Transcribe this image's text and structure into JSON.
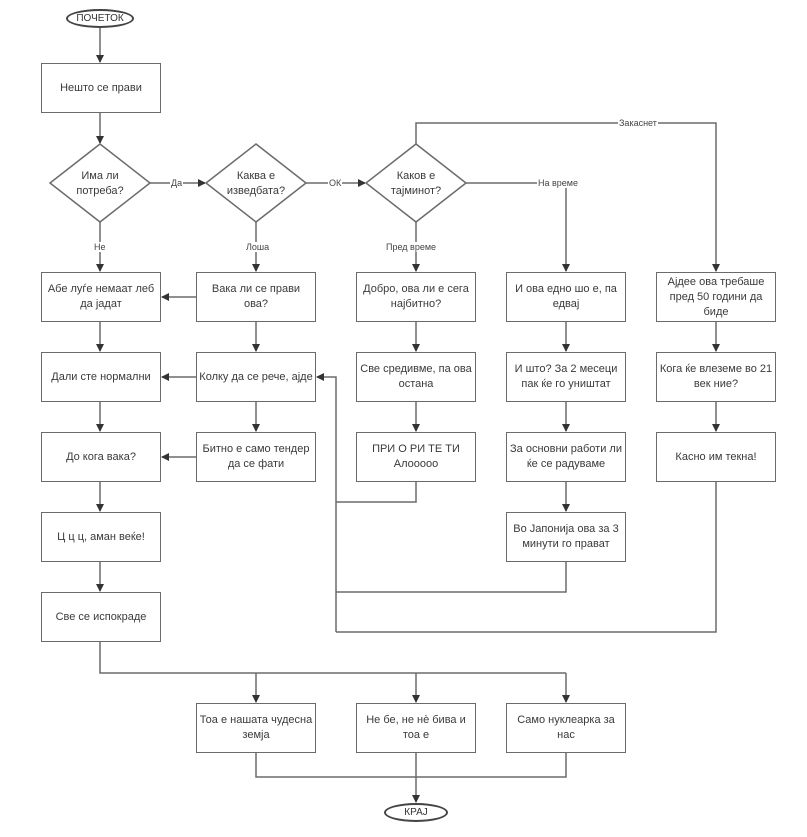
{
  "terminals": {
    "start": "ПОЧЕТОК",
    "end": "КРАЈ"
  },
  "process": {
    "first": "Нешто се прави"
  },
  "decisions": {
    "need": "Има ли потреба?",
    "quality": "Каква е изведбата?",
    "timing": "Каков е тајминот?"
  },
  "edge_labels": {
    "yes": "Да",
    "no": "Не",
    "ok": "ОК",
    "bad": "Лоша",
    "early": "Пред време",
    "on_time": "На време",
    "late": "Закаснет"
  },
  "column_no": [
    "Абе луѓе немаат леб да јадат",
    "Дали сте нормални",
    "До кога вака?",
    "Ц ц ц, аман веќе!",
    "Све се испокраде"
  ],
  "column_bad": [
    "Вака ли се прави ова?",
    "Колку да се рече, ајде",
    "Битно е само тендер да се фати"
  ],
  "column_early": [
    "Добро, ова ли е сега најбитно?",
    "Све средивме, па ова остана",
    "ПРИ О РИ ТЕ ТИ Алооооо"
  ],
  "column_on_time": [
    "И ова едно шо е, па едвај",
    "И што? За 2 месеци пак ќе го уништат",
    "За основни работи ли ќе се радуваме",
    "Во Јапонија ова за 3 минути го прават"
  ],
  "column_late": [
    "Ајдее ова требаше пред 50 години да биде",
    "Кога ќе влеземе во 21 век ние?",
    "Касно им текна!"
  ],
  "outcomes": [
    "Тоа е нашата чудесна земја",
    "Не бе, не нè бива и тоа е",
    "Само нуклеарка за нас"
  ]
}
